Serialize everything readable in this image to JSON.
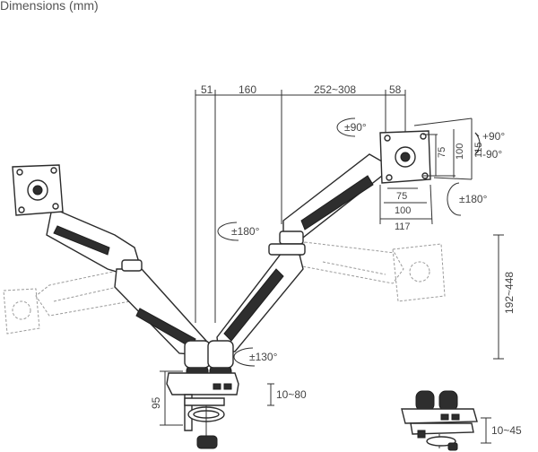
{
  "title": "Dimensions (mm)",
  "top_dims": {
    "d51": "51",
    "d160": "160",
    "d252": "252~308",
    "d58": "58"
  },
  "vesa": {
    "h75": "75",
    "h100": "100",
    "h115": "115",
    "w75": "75",
    "w100": "100",
    "w117": "117"
  },
  "rotations": {
    "tilt_pos": "+90°",
    "tilt_neg": "-90°",
    "rotate_top": "±90°",
    "rotate_right": "±180°",
    "swivel_mid": "±180°",
    "swivel_base": "±130°"
  },
  "heights": {
    "arm_range": "192~448",
    "base_height": "95",
    "clamp_range": "10~80",
    "grommet_range": "10~45"
  },
  "colors": {
    "line": "#333333",
    "ghost": "#9a9a9a",
    "dark": "#2e2e2e"
  }
}
